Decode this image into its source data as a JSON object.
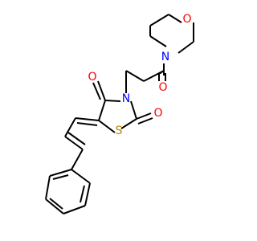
{
  "diagram": {
    "type": "chemical-structure",
    "background": "#ffffff",
    "bond_color": "#000000",
    "atoms": [
      {
        "id": "O_morph",
        "symbol": "O",
        "color": "#ff0000"
      },
      {
        "id": "N_morph",
        "symbol": "N",
        "color": "#0000ff"
      },
      {
        "id": "O_amide",
        "symbol": "O",
        "color": "#ff0000"
      },
      {
        "id": "N_ring",
        "symbol": "N",
        "color": "#0000ff"
      },
      {
        "id": "O_c4",
        "symbol": "O",
        "color": "#ff0000"
      },
      {
        "id": "O_c2",
        "symbol": "O",
        "color": "#ff0000"
      },
      {
        "id": "S_ring",
        "symbol": "S",
        "color": "#b8860b"
      }
    ]
  }
}
